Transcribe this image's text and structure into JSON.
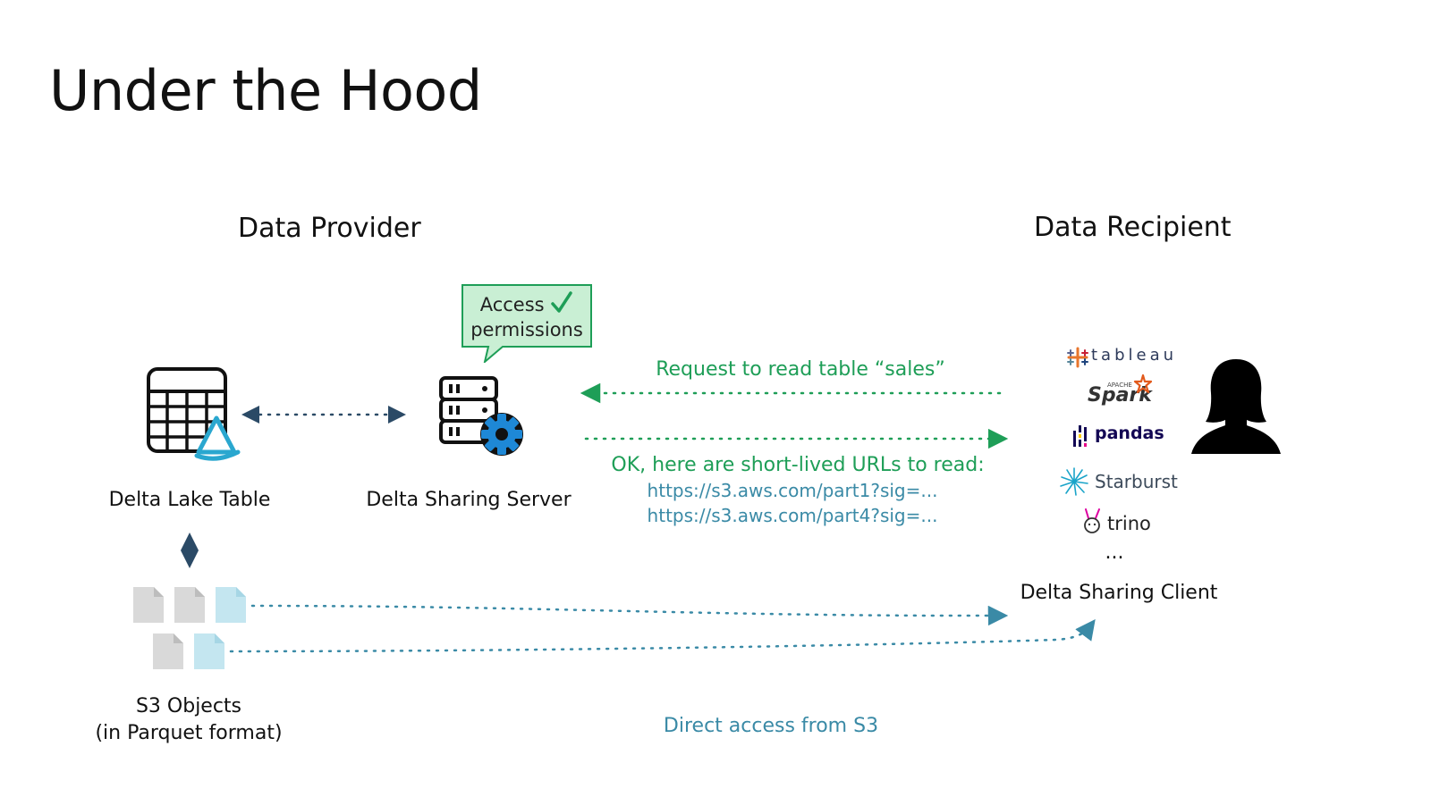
{
  "slide": {
    "title": "Under the Hood"
  },
  "provider": {
    "heading": "Data Provider",
    "table_label": "Delta Lake Table",
    "server_label": "Delta Sharing Server",
    "s3_label_line1": "S3 Objects",
    "s3_label_line2": "(in Parquet format)",
    "bubble_line1": "Access",
    "bubble_line2": "permissions"
  },
  "recipient": {
    "heading": "Data Recipient",
    "client_label": "Delta Sharing Client",
    "clients": [
      "tableau",
      "Spark",
      "pandas",
      "Starburst",
      "trino"
    ],
    "spark_prefix": "APACHE",
    "more": "..."
  },
  "messages": {
    "request": "Request to read table “sales”",
    "response": "OK, here are short-lived URLs to read:",
    "url1": "https://s3.aws.com/part1?sig=...",
    "url2": "https://s3.aws.com/part4?sig=...",
    "direct": "Direct access from S3"
  },
  "colors": {
    "green": "#1e9e57",
    "teal": "#3a8aa6",
    "bubble_fill": "#c9efd4",
    "file_gray": "#d9d9d9",
    "file_blue": "#c4e6f0",
    "delta_blue": "#2aa7cf",
    "gear_blue": "#1e88d6"
  },
  "icons": [
    "table-grid-icon",
    "delta-logo-icon",
    "server-gear-icon",
    "check-icon",
    "person-icon",
    "file-icon"
  ]
}
